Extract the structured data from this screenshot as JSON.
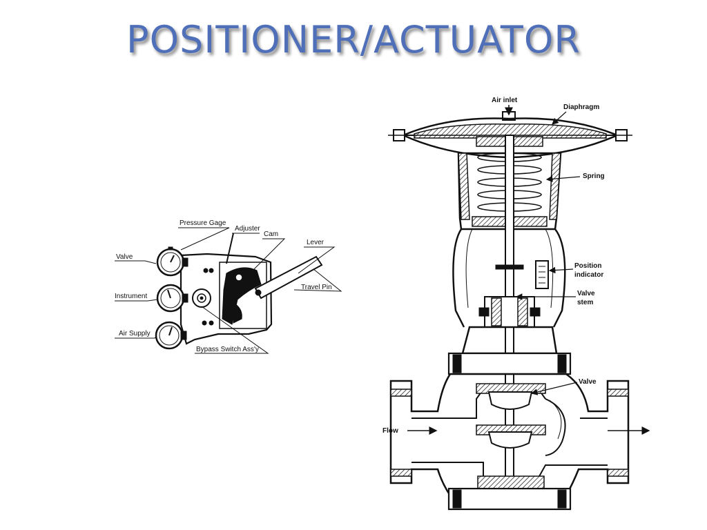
{
  "title": "POSITIONER/ACTUATOR",
  "positioner": {
    "labels": {
      "pressure_gage": "Pressure Gage",
      "adjuster": "Adjuster",
      "cam": "Cam",
      "lever": "Lever",
      "valve": "Valve",
      "instrument": "Instrument",
      "travel_pin": "Travel Pin",
      "air_supply": "Air Supply",
      "bypass": "Bypass Switch Ass'y"
    }
  },
  "actuator": {
    "labels": {
      "air_inlet": "Air inlet",
      "diaphragm": "Diaphragm",
      "spring": "Spring",
      "position_indicator_1": "Position",
      "position_indicator_2": "indicator",
      "valve_stem_1": "Valve",
      "valve_stem_2": "stem",
      "valve": "Valve",
      "flow": "Flow"
    }
  }
}
